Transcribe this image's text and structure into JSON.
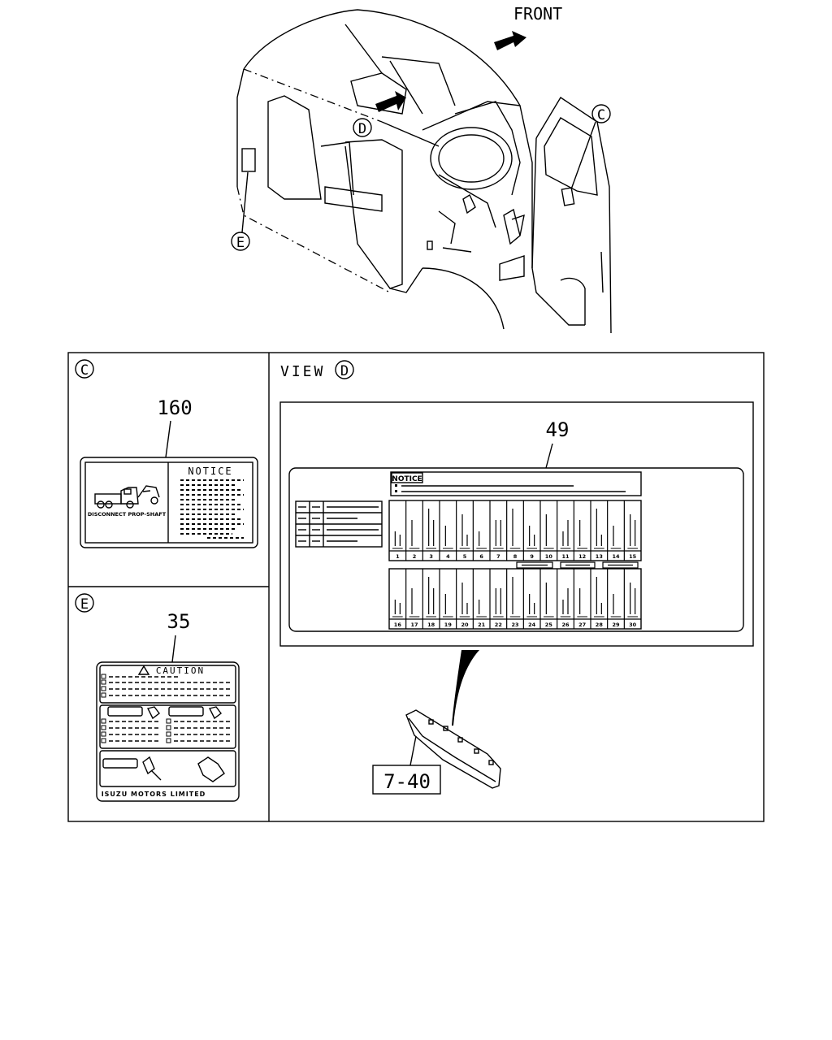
{
  "top": {
    "direction_label": "FRONT"
  },
  "callouts": {
    "c": "C",
    "d": "D",
    "e": "E"
  },
  "panel_c": {
    "part_number": "160",
    "label_heading": "NOTICE",
    "label_caption": "DISCONNECT PROP-SHAFT"
  },
  "panel_e": {
    "part_number": "35",
    "label_heading": "CAUTION",
    "label_footer": "ISUZU MOTORS LIMITED"
  },
  "panel_d": {
    "view_label": "VIEW",
    "part_number": "49",
    "label_heading": "NOTICE",
    "fuse_numbers_top": [
      "1",
      "2",
      "3",
      "4",
      "5",
      "6",
      "7",
      "8",
      "9",
      "10",
      "11",
      "12",
      "13",
      "14",
      "15"
    ],
    "fuse_numbers_bottom": [
      "16",
      "17",
      "18",
      "19",
      "20",
      "21",
      "22",
      "23",
      "24",
      "25",
      "26",
      "27",
      "28",
      "29",
      "30"
    ],
    "ref_number": "7-40"
  }
}
